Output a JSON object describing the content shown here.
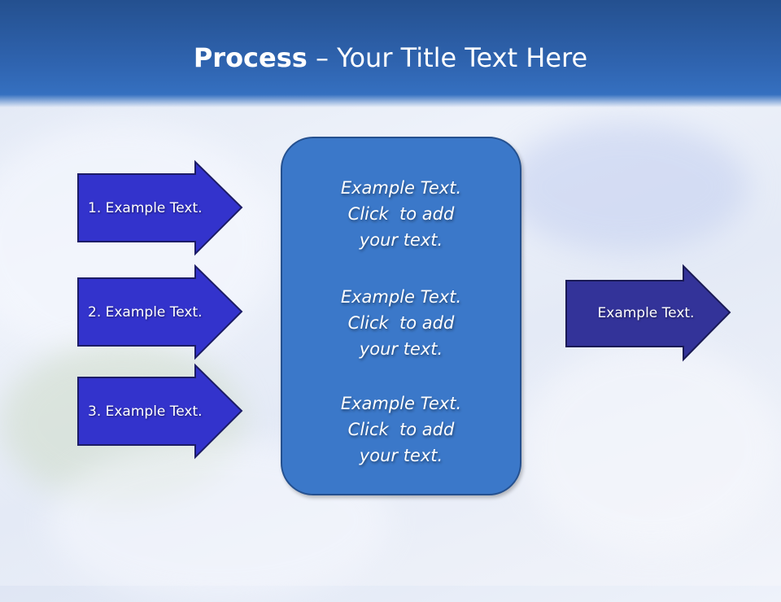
{
  "slide": {
    "title_bold": "Process",
    "title_rest": " – Your Title Text Here"
  },
  "left_arrows": [
    {
      "label": "1. Example Text."
    },
    {
      "label": "2. Example Text."
    },
    {
      "label": "3. Example Text."
    }
  ],
  "center_box": {
    "paragraphs": [
      {
        "l1": "Example Text.",
        "l2": "Click  to add",
        "l3": "your text."
      },
      {
        "l1": "Example Text.",
        "l2": "Click  to add",
        "l3": "your text."
      },
      {
        "l1": "Example Text.",
        "l2": "Click  to add",
        "l3": "your text."
      }
    ]
  },
  "right_arrow": {
    "label": "Example Text."
  },
  "colors": {
    "left_arrow": "#3333cc",
    "right_arrow": "#333399",
    "box": "#3b78c9",
    "header": "#2f64b0"
  }
}
